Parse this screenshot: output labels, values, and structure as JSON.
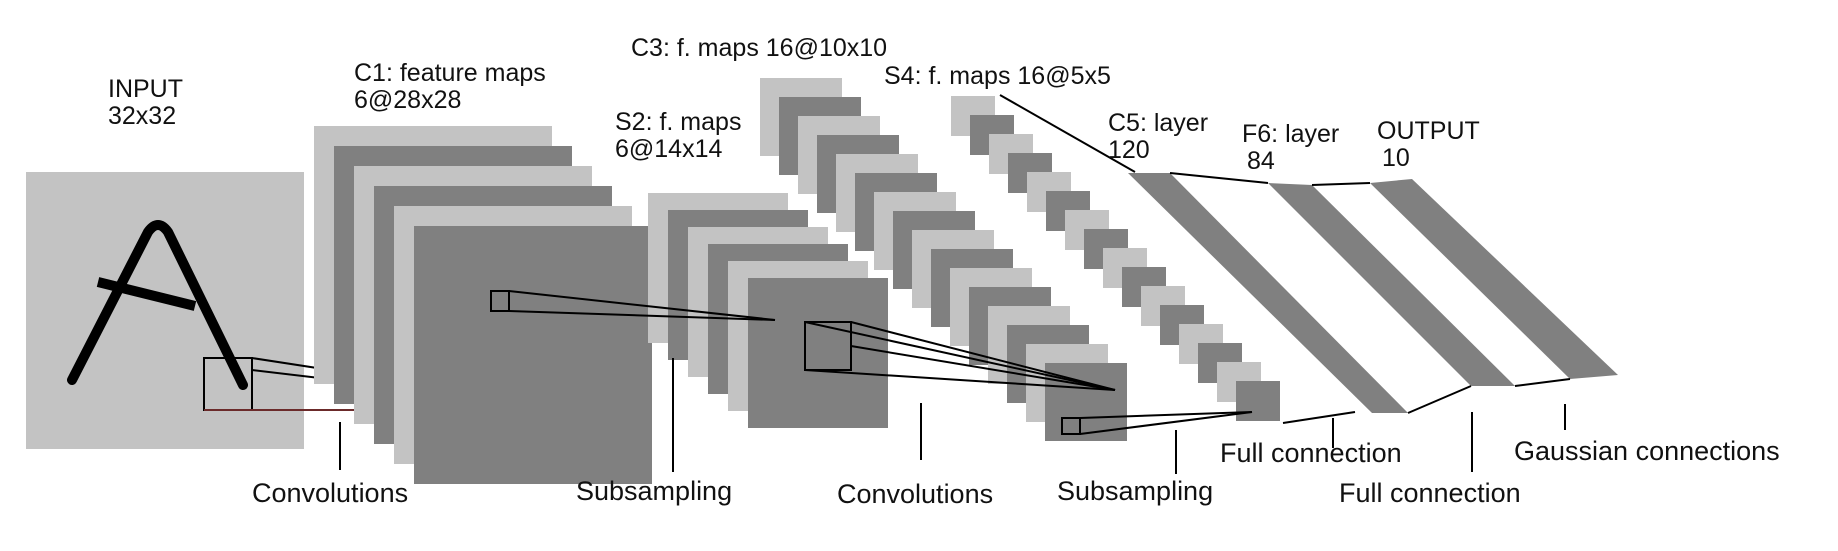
{
  "colors": {
    "light": "#c3c3c3",
    "dark": "#808080",
    "line": "#000000",
    "accent_line": "#6b2a2a"
  },
  "layers": {
    "input": {
      "name": "INPUT",
      "size": "32x32",
      "glyph": "A"
    },
    "c1": {
      "line1": "C1: feature maps",
      "line2": "6@28x28"
    },
    "s2": {
      "line1": "S2: f. maps",
      "line2": "6@14x14"
    },
    "c3": {
      "line1": "C3: f. maps 16@10x10"
    },
    "s4": {
      "line1": "S4: f. maps 16@5x5"
    },
    "c5": {
      "line1": "C5: layer",
      "line2": "120"
    },
    "f6": {
      "line1": "F6: layer",
      "line2": "84"
    },
    "output": {
      "line1": "OUTPUT",
      "line2": "10"
    }
  },
  "operations": {
    "conv1": "Convolutions",
    "sub1": "Subsampling",
    "conv2": "Convolutions",
    "sub2": "Subsampling",
    "full1": "Full connection",
    "full2": "Full connection",
    "gauss": "Gaussian connections"
  }
}
